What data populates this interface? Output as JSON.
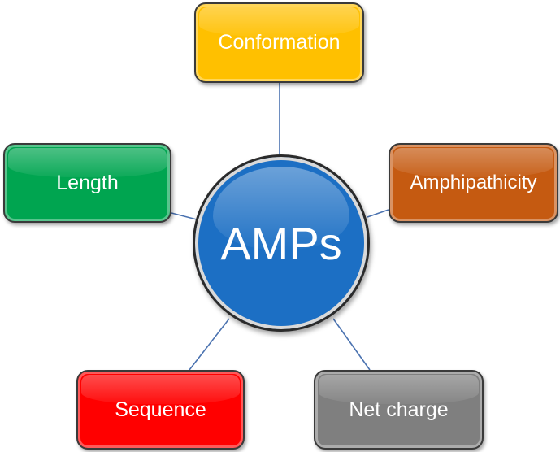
{
  "center": {
    "label": "AMPs",
    "color": "#1c6fc4"
  },
  "nodes": [
    {
      "id": "conformation",
      "label": "Conformation",
      "color": "#ffc000"
    },
    {
      "id": "length",
      "label": "Length",
      "color": "#00a550"
    },
    {
      "id": "amphipathicity",
      "label": "Amphipathicity",
      "color": "#c55a11"
    },
    {
      "id": "sequence",
      "label": "Sequence",
      "color": "#ff0000"
    },
    {
      "id": "netcharge",
      "label": "Net charge",
      "color": "#7f7f7f"
    }
  ],
  "connector_color": "#4a72b0"
}
